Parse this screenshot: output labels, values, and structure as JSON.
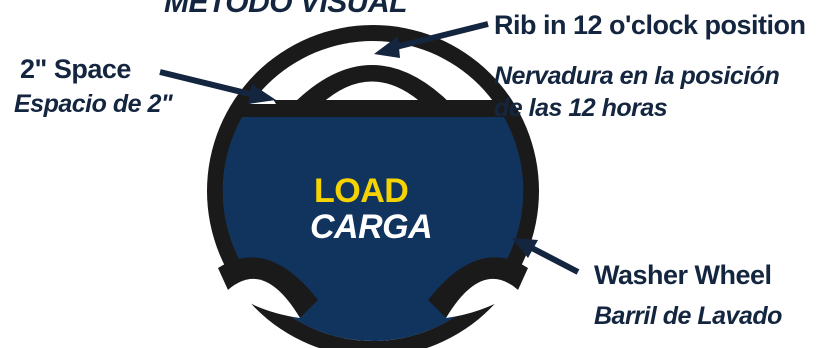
{
  "heading": "METODO VISUAL",
  "callouts": {
    "space": {
      "en": "2\" Space",
      "es": "Espacio de 2\""
    },
    "rib": {
      "en": "Rib in 12 o'clock position",
      "es_line1": "Nervadura en la posición",
      "es_line2": "de las 12 horas"
    },
    "wheel": {
      "en": "Washer Wheel",
      "es": "Barril de Lavado"
    }
  },
  "load": {
    "en": "LOAD",
    "es": "CARGA"
  },
  "colors": {
    "text": "#14263f",
    "load_fill": "#10345e",
    "wheel": "#1a1a1a",
    "load_text": "#f5d300",
    "carga_text": "#ffffff"
  }
}
